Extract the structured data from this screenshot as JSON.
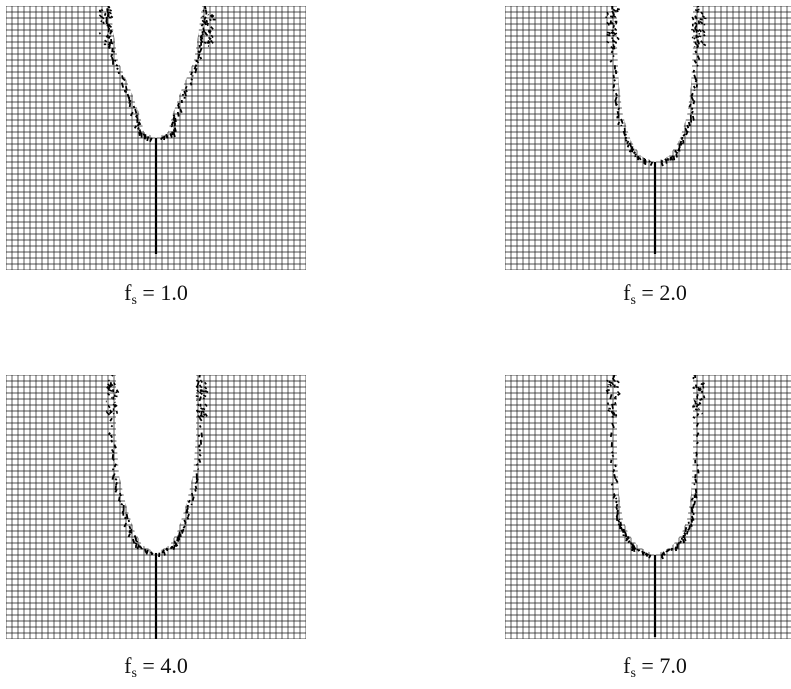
{
  "figure": {
    "panels": [
      {
        "symbol": "f",
        "subscript": "s",
        "eq": "=",
        "value": "1.0"
      },
      {
        "symbol": "f",
        "subscript": "s",
        "eq": "=",
        "value": "2.0"
      },
      {
        "symbol": "f",
        "subscript": "s",
        "eq": "=",
        "value": "4.0"
      },
      {
        "symbol": "f",
        "subscript": "s",
        "eq": "=",
        "value": "7.0"
      }
    ]
  },
  "colors": {
    "mesh": "#1a1a1a",
    "background": "#ffffff",
    "damage": "#000000"
  }
}
